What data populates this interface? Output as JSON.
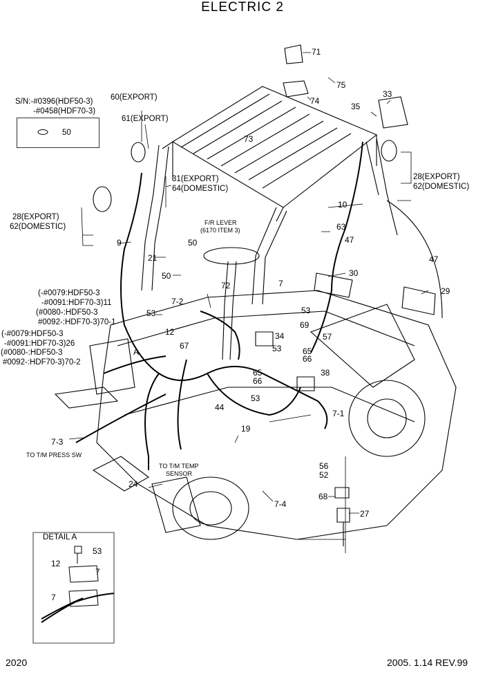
{
  "title": "ELECTRIC 2",
  "page_number": "2020",
  "revision": "2005. 1.14 REV.99",
  "serial_note": {
    "line1": "S/N:-#0396(HDF50-3)",
    "line2": "-#0458(HDF70-3)",
    "part": "50"
  },
  "detail": {
    "label": "DETAIL A",
    "parts": [
      "53",
      "12",
      "7",
      "7"
    ]
  },
  "callouts": {
    "p71": "71",
    "p75": "75",
    "p74": "74",
    "p33": "33",
    "p35": "35",
    "p73": "73",
    "p60": "60(EXPORT)",
    "p61": "61(EXPORT)",
    "p31": "31(EXPORT)",
    "p64": "64(DOMESTIC)",
    "p28r": "28(EXPORT)",
    "p62r": "62(DOMESTIC)",
    "p28l": "28(EXPORT)",
    "p62l": "62(DOMESTIC)",
    "p10": "10",
    "p9": "9",
    "p63": "63",
    "p47a": "47",
    "p47b": "47",
    "p30": "30",
    "p29": "29",
    "frlever1": "F/R LEVER",
    "frlever2": "(6170 ITEM 3)",
    "p50a": "50",
    "p50b": "50",
    "p21": "21",
    "p72": "72",
    "p7a": "7",
    "p72b": "7-2",
    "p53a": "53",
    "p53b": "53",
    "p53c": "53",
    "p53d": "53",
    "p69": "69",
    "p57": "57",
    "p34": "34",
    "p65a": "65",
    "p66a": "66",
    "p65b": "65",
    "p66b": "66",
    "p38": "38",
    "p67": "67",
    "p12": "12",
    "pA": "A",
    "p44": "44",
    "p19": "19",
    "p71b": "7-1",
    "p73b": "7-3",
    "p24": "24",
    "p74b": "7-4",
    "p56": "56",
    "p52": "52",
    "p68": "68",
    "p27": "27",
    "tm_press": "TO T/M PRESS SW",
    "tm_temp1": "TO T/M TEMP",
    "tm_temp2": "SENSOR",
    "n1": "(-#0079:HDF50-3",
    "n2": "-#0091:HDF70-3)11",
    "n3": "(#0080-:HDF50-3",
    "n4": "#0092-:HDF70-3)70-1",
    "n5": "(-#0079:HDF50-3",
    "n6": "-#0091:HDF70-3)26",
    "n7": "(#0080-:HDF50-3",
    "n8": "#0092-:HDF70-3)70-2"
  }
}
